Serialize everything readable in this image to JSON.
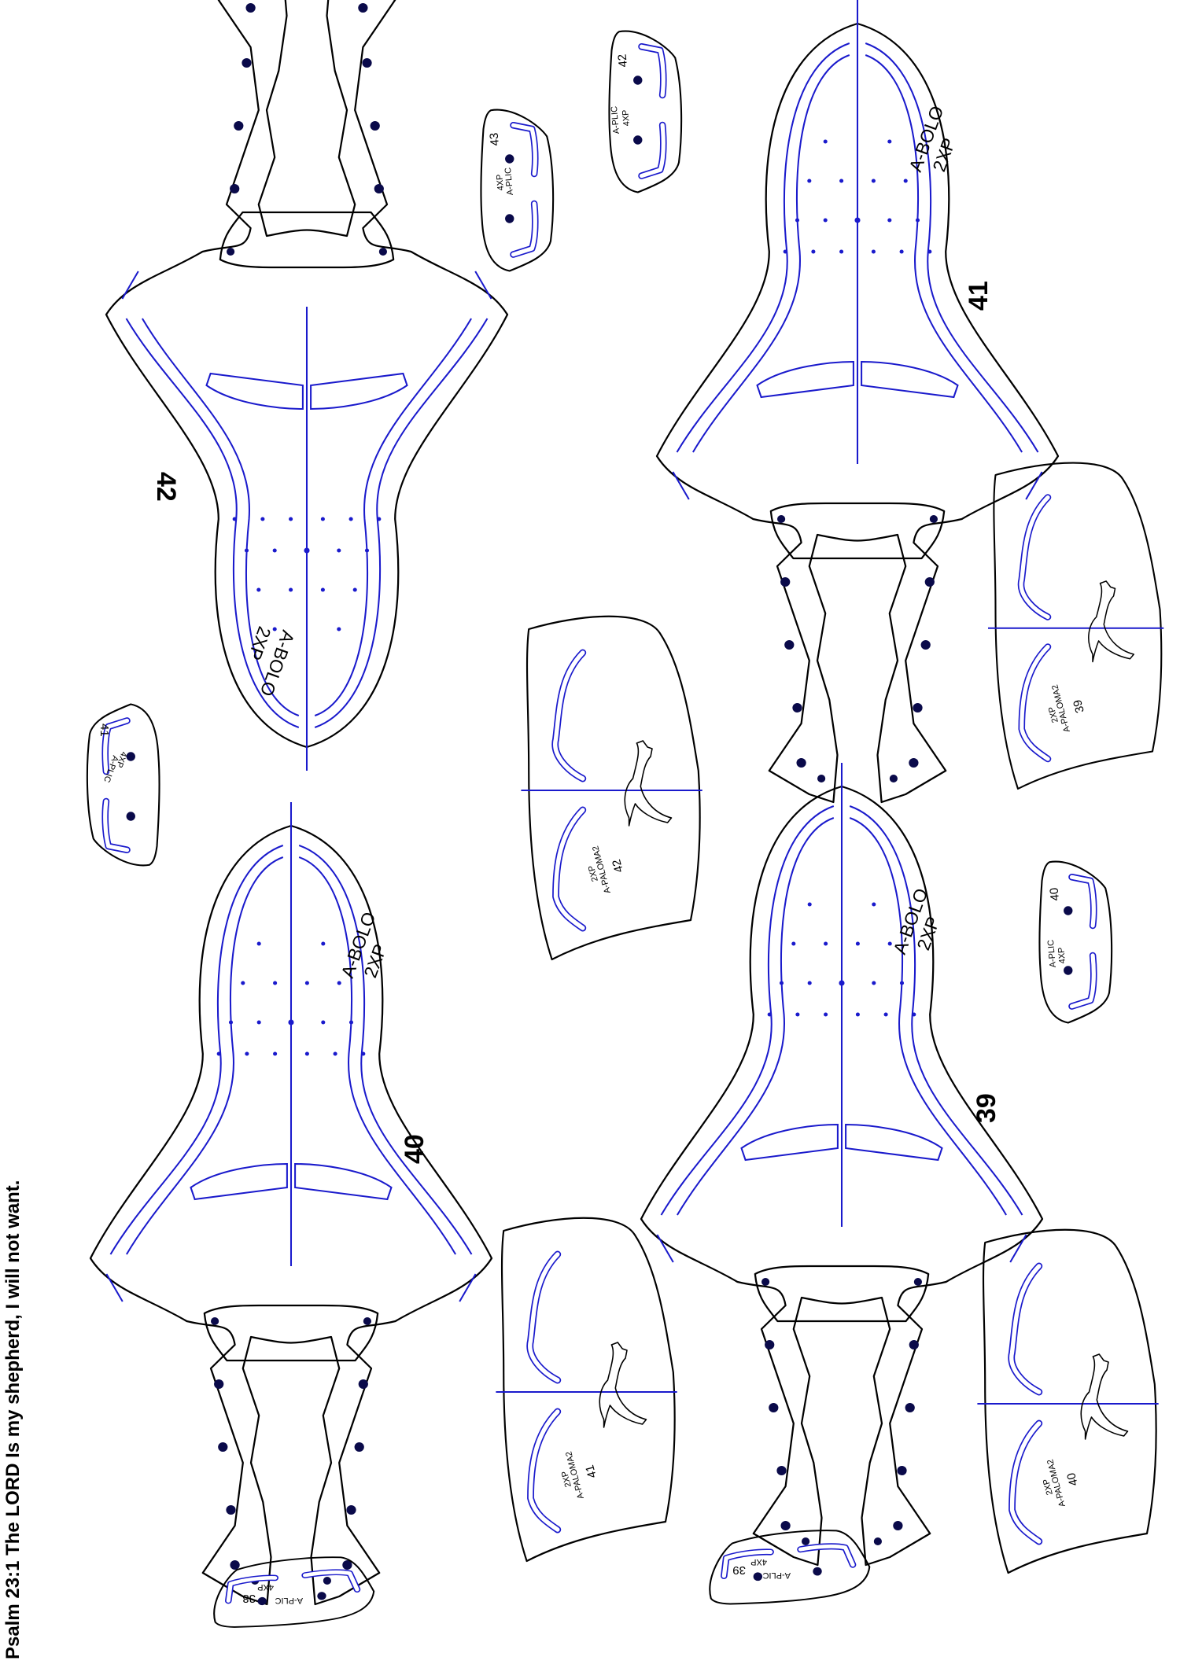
{
  "caption": "Psalm 23:1 The LORD Is my shepherd, I will not want.",
  "colors": {
    "outline": "#000000",
    "guide": "#1a1acc",
    "hole": "#0a0a4a"
  },
  "uppers": [
    {
      "size": "42",
      "code": "A-BOLO",
      "qty": "2XP"
    },
    {
      "size": "41",
      "code": "A-BOLO",
      "qty": "2XP"
    },
    {
      "size": "40",
      "code": "A-BOLO",
      "qty": "2XP"
    },
    {
      "size": "39",
      "code": "A-BOLO",
      "qty": "2XP"
    }
  ],
  "heel_pieces": [
    {
      "size": "39",
      "code": "A-PALOMA2",
      "qty": "2XP",
      "logo": "puma-cat-logo"
    },
    {
      "size": "42",
      "code": "A-PALOMA2",
      "qty": "2XP",
      "logo": "puma-cat-logo"
    },
    {
      "size": "41",
      "code": "A-PALOMA2",
      "qty": "2XP",
      "logo": "puma-cat-logo"
    },
    {
      "size": "40",
      "code": "A-PALOMA2",
      "qty": "2XP",
      "logo": "puma-cat-logo"
    }
  ],
  "tabs": [
    {
      "size": "42",
      "code": "A-PLIC",
      "qty": "4XP"
    },
    {
      "size": "43",
      "code": "A-PLIC",
      "qty": "4XP"
    },
    {
      "size": "41",
      "code": "A-PLIC",
      "qty": "4XP"
    },
    {
      "size": "40",
      "code": "A-PLIC",
      "qty": "4XP"
    },
    {
      "size": "38",
      "code": "A-PLIC",
      "qty": "4XP"
    },
    {
      "size": "39",
      "code": "A-PLIC",
      "qty": "4XP"
    }
  ]
}
